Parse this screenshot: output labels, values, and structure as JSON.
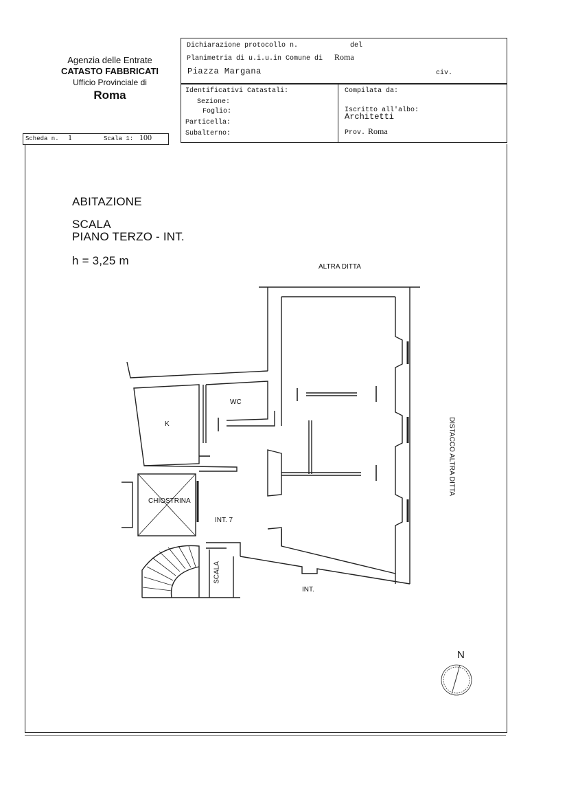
{
  "header": {
    "agency_line1": "Agenzia delle Entrate",
    "agency_line2": "CATASTO FABBRICATI",
    "agency_line3": "Ufficio Provinciale di",
    "agency_city": "Roma"
  },
  "protocol_box": {
    "dichiarazione_label": "Dichiarazione protocollo n.",
    "del_label": "del",
    "planimetria_label": "Planimetria di u.i.u.in Comune di",
    "comune_value": "Roma",
    "address_value": "Piazza Margana",
    "civ_label": "civ."
  },
  "cadastral_box": {
    "identificativi_label": "Identificativi Catastali:",
    "sezione_label": "Sezione:",
    "foglio_label": "Foglio:",
    "particella_label": "Particella:",
    "subalterno_label": "Subalterno:",
    "compilata_label": "Compilata da:",
    "iscritto_label": "Iscritto all'albo:",
    "albo_value": "Architetti",
    "prov_label": "Prov.",
    "prov_value": "Roma"
  },
  "scheda": {
    "scheda_label": "Scheda n.",
    "scheda_value": "1",
    "scala_label": "Scala 1:",
    "scala_value": "100"
  },
  "plan": {
    "title": "ABITAZIONE",
    "scala_line": "SCALA",
    "piano_line": "PIANO TERZO - INT.",
    "height_line": "h = 3,25 m",
    "altra_ditta": "ALTRA DITTA",
    "distacco": "DISTACCO ALTRA DITTA",
    "room_wc": "WC",
    "room_k": "K",
    "room_chiostrina": "CHIOSTRINA",
    "room_int7": "INT. 7",
    "room_scala": "SCALA",
    "room_int": "INT.",
    "north": "N"
  }
}
